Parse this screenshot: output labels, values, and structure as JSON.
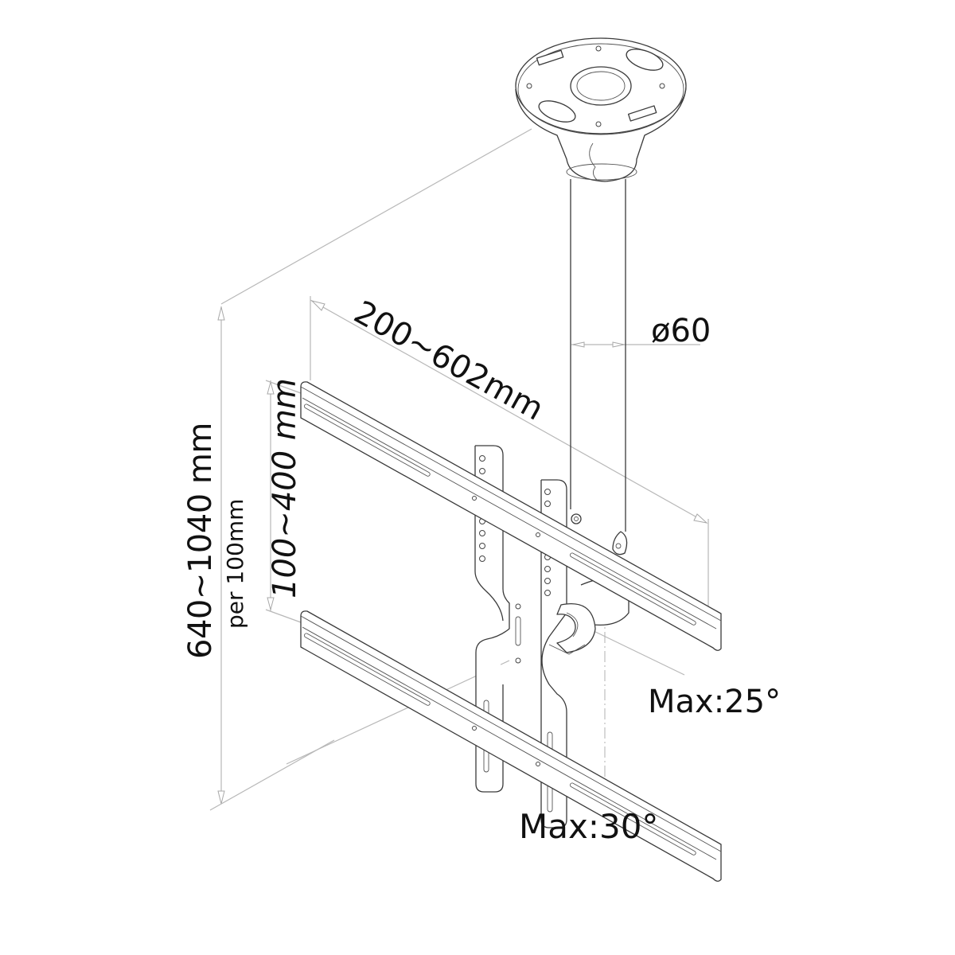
{
  "diagram": {
    "subject": "Ceiling TV mount with telescopic pole and VESA bracket",
    "line_color": "#3a3a3a",
    "dimension_line_color": "#b8b8b8",
    "background": "#ffffff"
  },
  "labels": {
    "height_range": "640~1040 mm",
    "height_step": "per 100mm",
    "vesa_vertical": "100~400 mm",
    "vesa_horizontal": "200~602mm",
    "pole_diameter": "ø60",
    "tilt_max": "Max:25°",
    "swivel_max": "Max:30°"
  },
  "parts": [
    {
      "name": "ceiling-plate"
    },
    {
      "name": "pole"
    },
    {
      "name": "tilt-swivel-joint"
    },
    {
      "name": "center-plate"
    },
    {
      "name": "upper-bracket-arm"
    },
    {
      "name": "lower-bracket-arm"
    }
  ]
}
